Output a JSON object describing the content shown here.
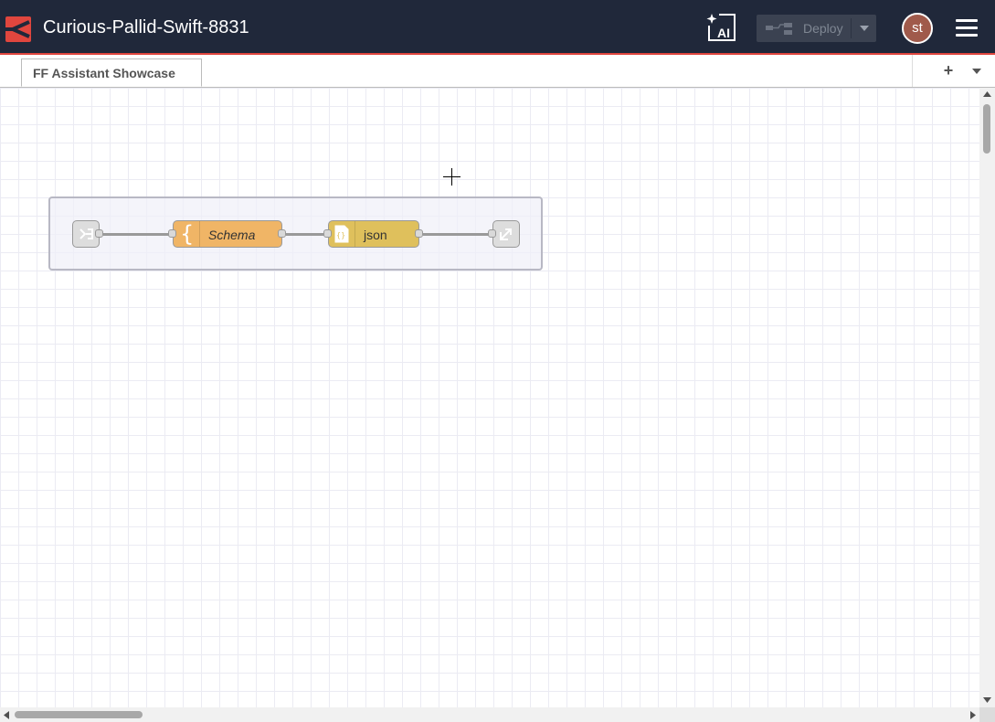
{
  "header": {
    "title": "Curious-Pallid-Swift-8831",
    "ai_button": "ai-sparkle-icon",
    "deploy_label": "Deploy",
    "user_initials": "st",
    "colors": {
      "bar": "#20283a",
      "accent": "#e0463e",
      "avatar": "#a05a4b"
    }
  },
  "tabs": {
    "items": [
      {
        "label": "FF Assistant Showcase",
        "active": true
      }
    ],
    "add_label": "+"
  },
  "flow": {
    "nodes": [
      {
        "type": "link in",
        "label": ""
      },
      {
        "type": "schema",
        "label": "Schema",
        "color": "#f0b566"
      },
      {
        "type": "json",
        "label": "json",
        "color": "#dfc05c"
      },
      {
        "type": "link out",
        "label": ""
      }
    ]
  }
}
